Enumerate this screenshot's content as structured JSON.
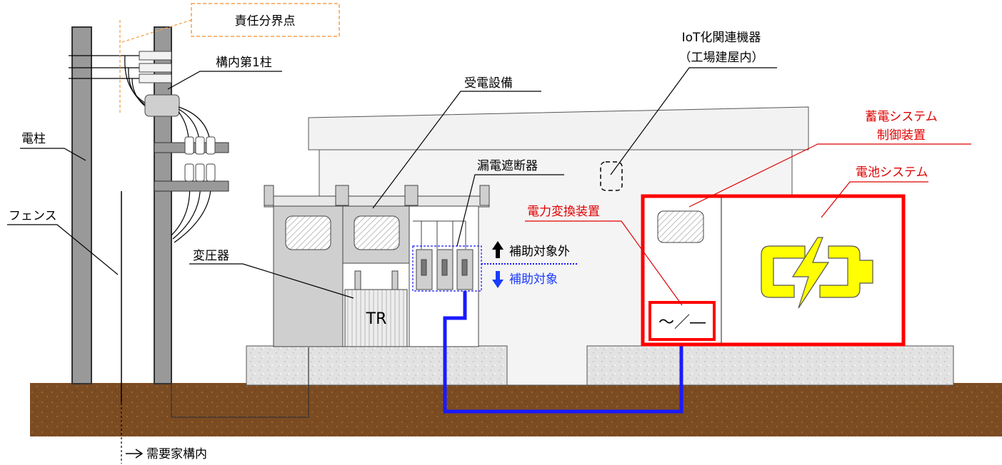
{
  "labels": {
    "demarcation_point": "責任分界点",
    "first_pole": "構内第1柱",
    "utility_pole": "電柱",
    "fence": "フェンス",
    "transformer": "変圧器",
    "transformer_tag": "TR",
    "receiving_equipment": "受電設備",
    "earth_leakage_breaker": "漏電遮断器",
    "iot_devices_line1": "IoT化関連機器",
    "iot_devices_line2": "（工場建屋内）",
    "storage_control_line1": "蓄電システム",
    "storage_control_line2": "制御装置",
    "battery_system": "電池システム",
    "power_conversion": "電力変換装置",
    "converter_symbol": "～／―",
    "not_subsidized": "補助対象外",
    "subsidized": "補助対象",
    "customer_premises": "需要家構内"
  },
  "colors": {
    "pole": "#999999",
    "ground": "#7a4a20",
    "foundation": "#dedede",
    "building": "#f4f4f4",
    "cabinet": "#cfcfcf",
    "cable": "#1a1aff",
    "highlight_red": "#ff0000",
    "battery_yellow": "#ffff00",
    "label_red": "#e00000",
    "label_blue": "#1a3cff",
    "callout_border": "#f5a04a"
  },
  "icons": [
    "battery-bolt-icon",
    "up-arrow-icon",
    "down-arrow-icon",
    "right-arrow-icon"
  ]
}
